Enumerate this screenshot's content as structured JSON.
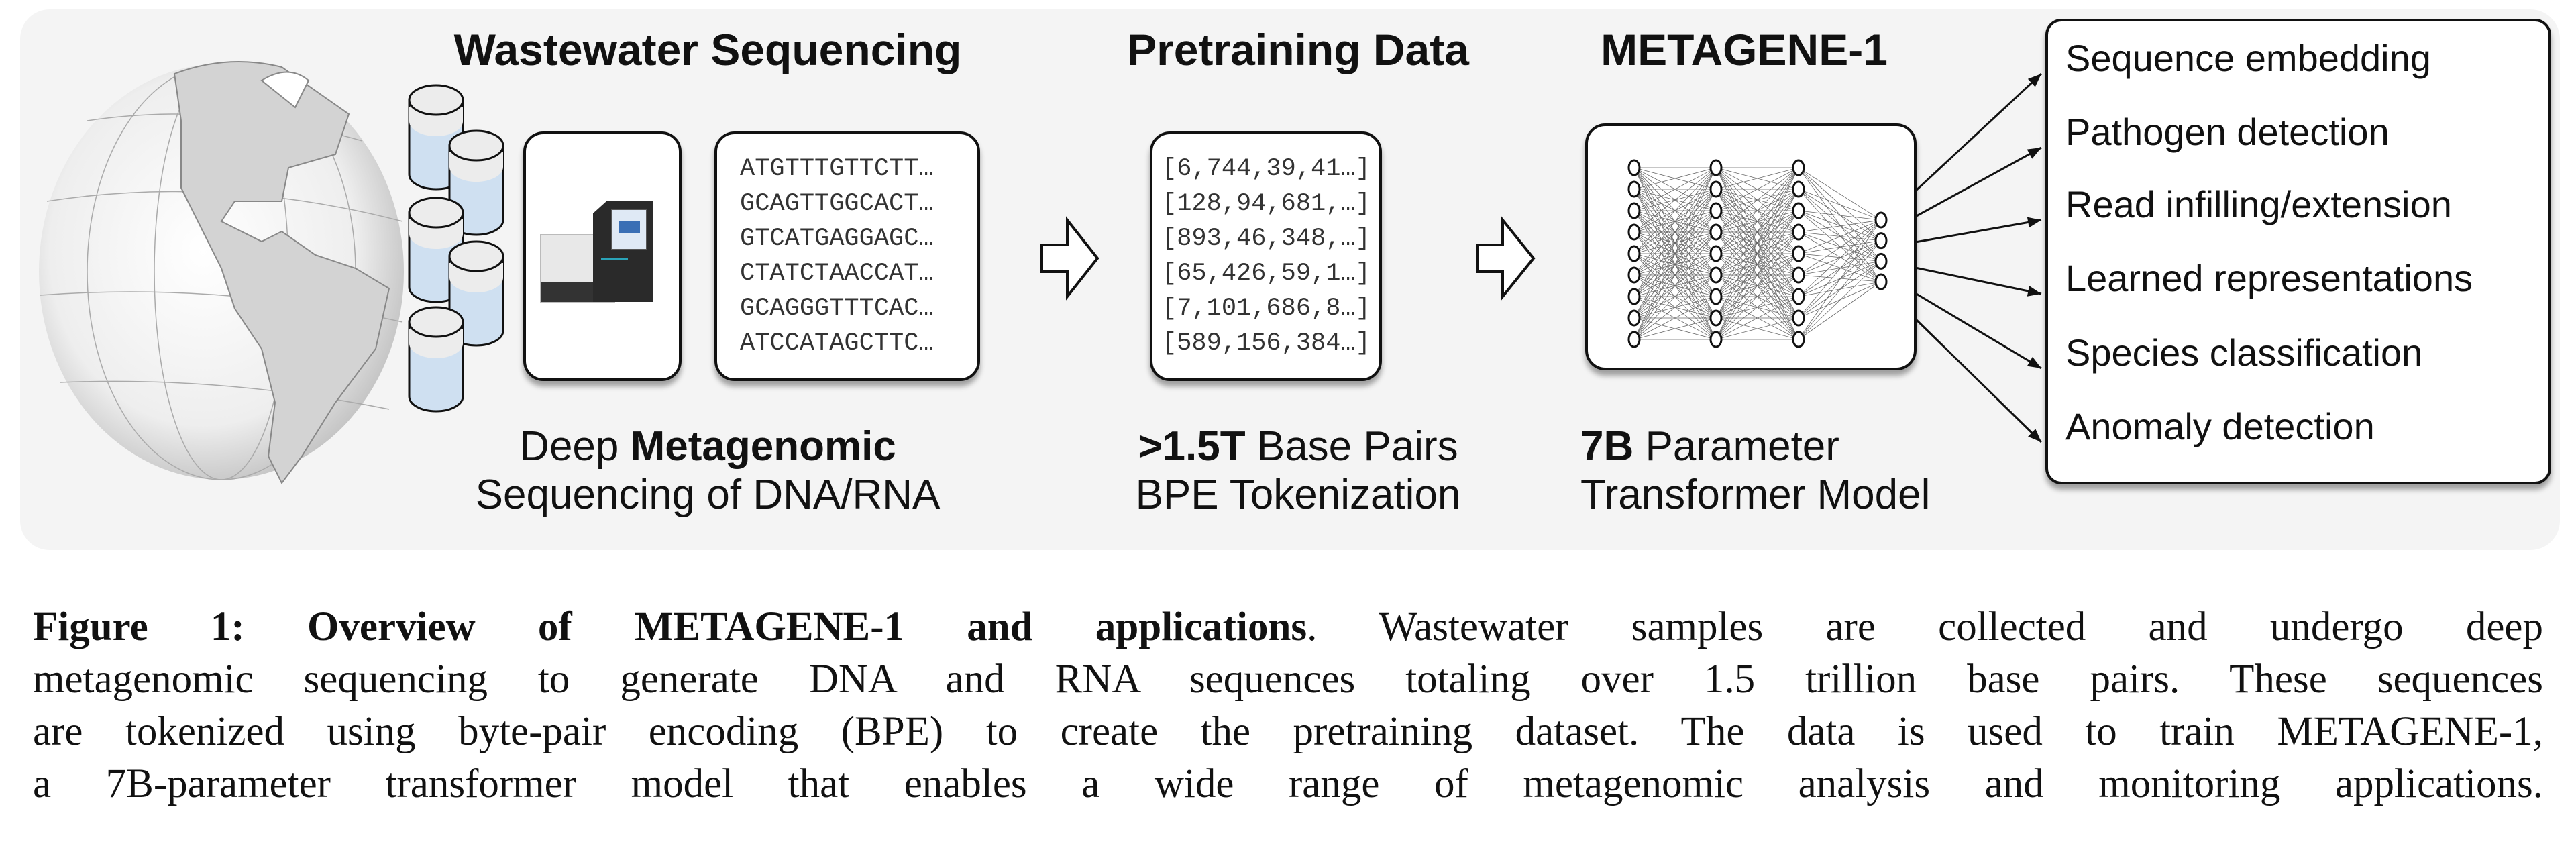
{
  "figure": {
    "stages": [
      {
        "title": "Wastewater Sequencing",
        "label_line1_regular": "Deep ",
        "label_line1_bold": "Metagenomic",
        "label_line2": "Sequencing of DNA/RNA"
      },
      {
        "title": "Pretraining Data",
        "label_line1_bold": ">1.5T",
        "label_line1_regular": " Base Pairs",
        "label_line2": "BPE Tokenization"
      },
      {
        "title": "METAGENE-1",
        "label_line1_bold": "7B",
        "label_line1_regular": " Parameter",
        "label_line2": "Transformer Model"
      }
    ],
    "dna_sequences": [
      "ATGTTTGTTCTT…",
      "GCAGTTGGCACT…",
      "GTCATGAGGAGC…",
      "CTATCTAACCAT…",
      "GCAGGGTTTCAC…",
      "ATCCATAGCTTC…"
    ],
    "token_sequences": [
      "[6,744,39,41…]",
      "[128,94,681,…]",
      "[893,46,348,…]",
      "[65,426,59,1…]",
      "[7,101,686,8…]",
      "[589,156,384…]"
    ],
    "applications": [
      "Sequence embedding",
      "Pathogen detection",
      "Read infilling/extension",
      "Learned representations",
      "Species classification",
      "Anomaly detection"
    ],
    "neural_net_layers": [
      9,
      9,
      9,
      4
    ],
    "icons": [
      "globe-icon",
      "sample-tube-icon",
      "sequencer-icon",
      "neural-network-icon",
      "block-arrow-icon"
    ],
    "colors": {
      "panel": "#f4f4f4",
      "sample_liquid": "#cfe0f1",
      "globe_land": "#d3d3d3"
    }
  },
  "caption": {
    "bold": "Figure 1: Overview of METAGENE-1 and applications",
    "line1_rest": ".  Wastewater samples are collected and undergo deep",
    "line2": "metagenomic sequencing to generate DNA and RNA sequences totaling over 1.5 trillion base pairs. These sequences",
    "line3": "are tokenized using byte-pair encoding (BPE) to create the pretraining dataset. The data is used to train METAGENE-1,",
    "line4": "a 7B-parameter transformer model that enables a wide range of metagenomic analysis and monitoring applications."
  }
}
